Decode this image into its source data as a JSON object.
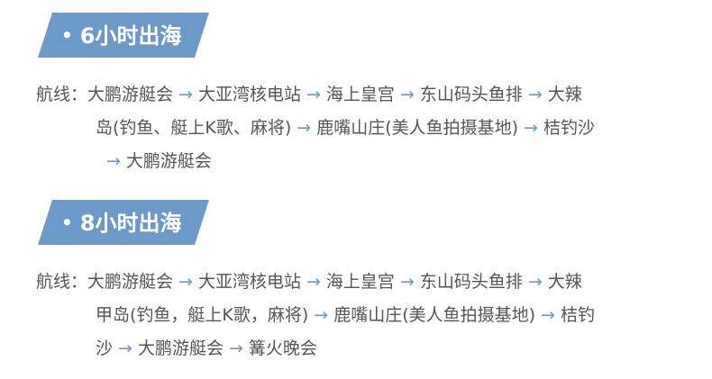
{
  "sections": [
    {
      "title": "6小时出海",
      "route_label": "航线：",
      "lines": [
        [
          "大鹏游艇会",
          "大亚湾核电站",
          "海上皇宫",
          "东山码头鱼排",
          "大辣"
        ],
        [
          "岛(钓鱼、艇上K歌、麻将)",
          "鹿嘴山庄(美人鱼拍摄基地)",
          "桔钓沙"
        ],
        [
          "",
          "大鹏游艇会"
        ]
      ]
    },
    {
      "title": "8小时出海",
      "route_label": "航线：",
      "lines": [
        [
          "大鹏游艇会",
          "大亚湾核电站",
          "海上皇宫",
          "东山码头鱼排",
          "大辣"
        ],
        [
          "甲岛(钓鱼，艇上K歌，麻将)",
          "鹿嘴山庄(美人鱼拍摄基地)",
          "桔钓"
        ],
        [
          "沙",
          "大鹏游艇会",
          "篝火晚会"
        ]
      ]
    }
  ],
  "arrow_symbol": "→",
  "bullet_symbol": "•",
  "colors": {
    "accent": "#6b9ac8",
    "text": "#555555",
    "background": "#ffffff"
  }
}
